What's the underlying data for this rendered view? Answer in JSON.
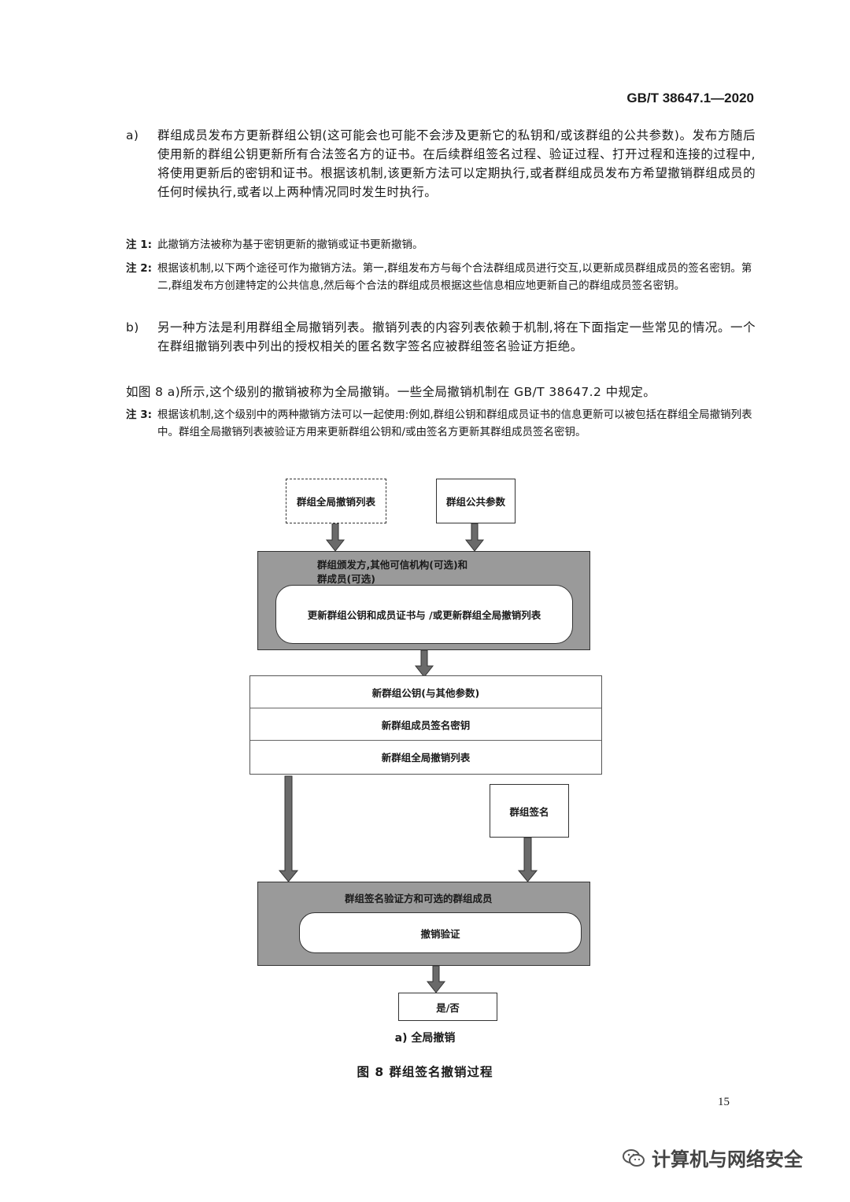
{
  "header": {
    "standard_code": "GB/T 38647.1—2020"
  },
  "para_a": {
    "label": "a)",
    "text": "群组成员发布方更新群组公钥(这可能会也可能不会涉及更新它的私钥和/或该群组的公共参数)。发布方随后使用新的群组公钥更新所有合法签名方的证书。在后续群组签名过程、验证过程、打开过程和连接的过程中,将使用更新后的密钥和证书。根据该机制,该更新方法可以定期执行,或者群组成员发布方希望撤销群组成员的任何时候执行,或者以上两种情况同时发生时执行。"
  },
  "note1": {
    "label": "注 1:",
    "text": "此撤销方法被称为基于密钥更新的撤销或证书更新撤销。"
  },
  "note2": {
    "label": "注 2:",
    "text": "根据该机制,以下两个途径可作为撤销方法。第一,群组发布方与每个合法群组成员进行交互,以更新成员群组成员的签名密钥。第二,群组发布方创建特定的公共信息,然后每个合法的群组成员根据这些信息相应地更新自己的群组成员签名密钥。"
  },
  "para_b": {
    "label": "b)",
    "text": "另一种方法是利用群组全局撤销列表。撤销列表的内容列表依赖于机制,将在下面指定一些常见的情况。一个在群组撤销列表中列出的授权相关的匿名数字签名应被群组签名验证方拒绝。"
  },
  "plain_line": "如图 8 a)所示,这个级别的撤销被称为全局撤销。一些全局撤销机制在 GB/T 38647.2 中规定。",
  "note3": {
    "label": "注 3:",
    "text": "根据该机制,这个级别中的两种撤销方法可以一起使用:例如,群组公钥和群组成员证书的信息更新可以被包括在群组全局撤销列表中。群组全局撤销列表被验证方用来更新群组公钥和/或由签名方更新其群组成员签名密钥。"
  },
  "diagram": {
    "input_revocation_list": "群组全局撤销列表",
    "input_public_params": "群组公共参数",
    "issuer_panel_title_line1": "群组颁发方,其他可信机构(可选)和",
    "issuer_panel_title_line2": "群成员(可选)",
    "issuer_action": "更新群组公钥和成员证书与 /或更新群组全局撤销列表",
    "outputs": [
      "新群组公钥(与其他参数)",
      "新群组成员签名密钥",
      "新群组全局撤销列表"
    ],
    "group_signature": "群组签名",
    "verifier_panel_title": "群组签名验证方和可选的群组成员",
    "verifier_action": "撤销验证",
    "result": "是/否"
  },
  "captions": {
    "sub": "a)   全局撤销",
    "figure": "图 8   群组签名撤销过程"
  },
  "page_number": "15",
  "watermark": "计算机与网络安全",
  "colors": {
    "panel_gray": "#9a9a9a",
    "arrow_gray": "#6a6a6a"
  }
}
